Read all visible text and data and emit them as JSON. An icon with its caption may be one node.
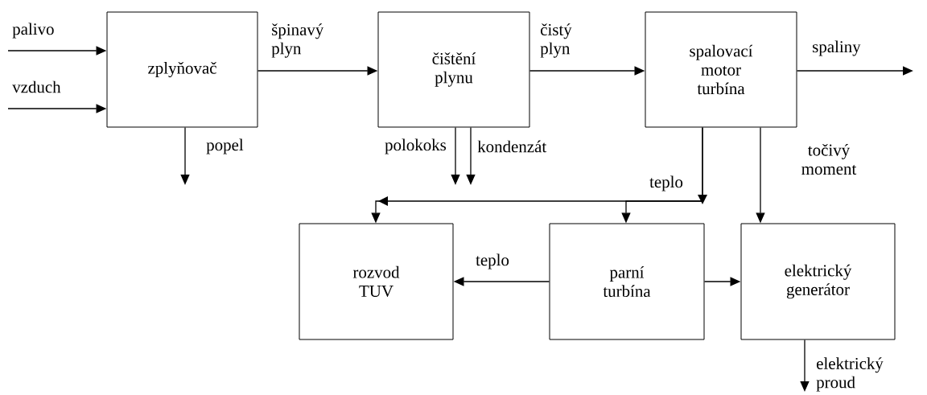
{
  "diagram": {
    "nodes": [
      {
        "text": [
          "zplyňovač"
        ]
      },
      {
        "text": [
          "čištění plynu"
        ]
      },
      {
        "text": [
          "spalovací motor turbína"
        ]
      },
      {
        "text": [
          "rozvod TUV"
        ]
      },
      {
        "text": [
          "parní turbína"
        ]
      },
      {
        "text": [
          "elektrický generátor"
        ]
      }
    ],
    "edges": [
      {
        "from": null,
        "to": 0,
        "arrow": "to",
        "label": "palivo"
      },
      {
        "from": null,
        "to": 0,
        "arrow": "to",
        "label": "vzduch"
      },
      {
        "from": 0,
        "to": 1,
        "arrow": "to",
        "label": "špinavý plyn"
      },
      {
        "from": 1,
        "to": 2,
        "arrow": "to",
        "label": "čistý plyn"
      },
      {
        "from": 2,
        "to": null,
        "arrow": "to",
        "label": "spaliny"
      },
      {
        "from": 0,
        "to": null,
        "arrow": "to",
        "label": "popel"
      },
      {
        "from": 1,
        "to": null,
        "arrow": "to",
        "label": "polokoks"
      },
      {
        "from": 1,
        "to": null,
        "arrow": "to",
        "label": "kondenzát"
      },
      {
        "from": 2,
        "to": 3,
        "arrow": "to"
      },
      {
        "from": 2,
        "to": 4,
        "arrow": "to",
        "label": "teplo"
      },
      {
        "from": 2,
        "to": 5,
        "arrow": "to",
        "label": "točivý moment"
      },
      {
        "from": 4,
        "to": 3,
        "arrow": "to",
        "label": "teplo"
      },
      {
        "from": 4,
        "to": 5,
        "arrow": "to"
      },
      {
        "from": 5,
        "to": null,
        "arrow": "to",
        "label": "elektrický proud"
      }
    ]
  }
}
